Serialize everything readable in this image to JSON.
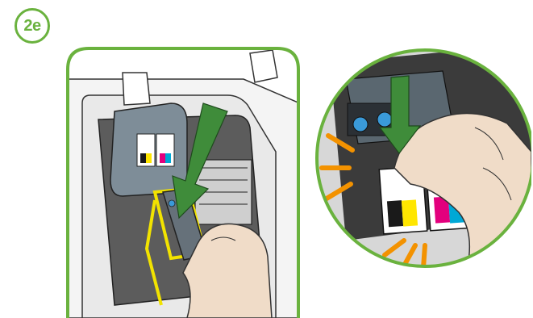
{
  "step": {
    "label": "2e"
  },
  "illustrations": {
    "left": {
      "icon": "printhead-install-overview"
    },
    "right": {
      "icon": "printhead-latch-closeup"
    }
  },
  "colors": {
    "accent_green": "#6ab23e",
    "arrow_green": "#3f8c3a",
    "highlight_yellow": "#f2e300",
    "click_orange": "#f39200",
    "ink_cyan": "#00a8d6",
    "ink_magenta": "#e3007d",
    "ink_yellow": "#ffe600",
    "ink_black": "#1a1a1a"
  }
}
